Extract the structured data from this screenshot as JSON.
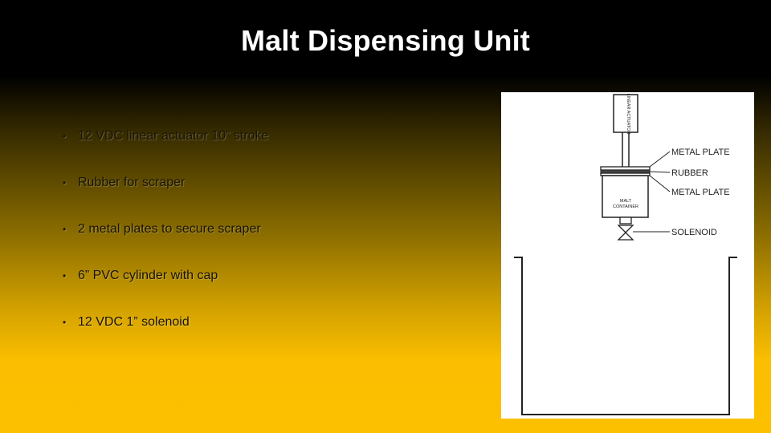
{
  "slide": {
    "title": "Malt Dispensing Unit",
    "bullets": [
      "12 VDC linear actuator 10” stroke",
      "Rubber for scraper",
      "2 metal plates to secure scraper",
      "6” PVC cylinder with cap",
      "12 VDC 1” solenoid"
    ]
  },
  "diagram": {
    "actuator_label": "LINEAR ACTUATOR",
    "container_label_line1": "MALT",
    "container_label_line2": "CONTAINER",
    "callouts": {
      "metal_plate_top": "METAL PLATE",
      "rubber": "RUBBER",
      "metal_plate_bottom": "METAL PLATE",
      "solenoid": "SOLENOID"
    }
  }
}
